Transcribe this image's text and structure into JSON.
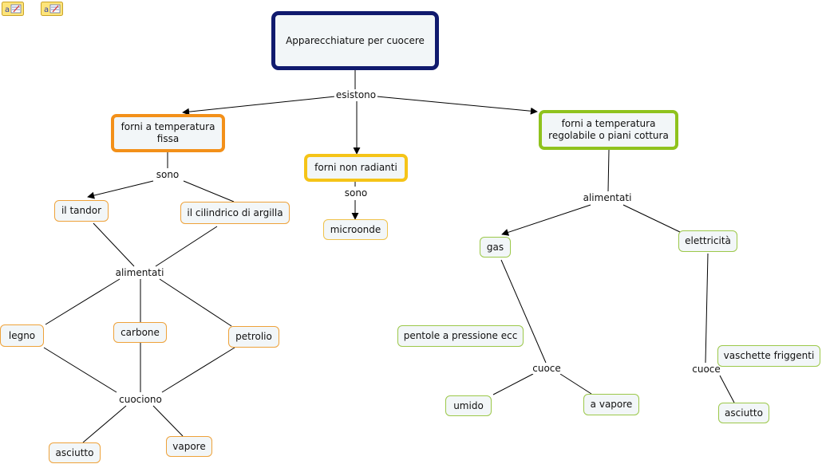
{
  "nodes": {
    "root": "Apparecchiature per cuocere",
    "forni_fissa": "forni a temperatura fissa",
    "forni_non_radianti": "forni non radianti",
    "forni_regolabile": "forni a temperatura regolabile o piani cottura",
    "tandor": "il tandor",
    "cilindrico": "il cilindrico di argilla",
    "microonde": "microonde",
    "gas": "gas",
    "elettricita": "elettricità",
    "legno": "legno",
    "carbone": "carbone",
    "petrolio": "petrolio",
    "pentole": "pentole a pressione ecc",
    "vaschette": "vaschette friggenti",
    "umido": "umido",
    "a_vapore": "a vapore",
    "asciutto_right": "asciutto",
    "asciutto_left": "asciutto",
    "vapore": "vapore"
  },
  "labels": {
    "esistono": "esistono",
    "sono_left": "sono",
    "sono_mid": "sono",
    "alimentati_left": "alimentati",
    "alimentati_right": "alimentati",
    "cuociono": "cuociono",
    "cuoce_mid": "cuoce",
    "cuoce_right": "cuoce"
  },
  "icons": [
    "note-icon",
    "note-icon"
  ],
  "colors": {
    "root_border": "#101a6e",
    "orange": "#f39019",
    "yellow": "#f5c418",
    "green": "#8fc21d",
    "node_fill": "#f2f6f8",
    "link": "#000000"
  }
}
